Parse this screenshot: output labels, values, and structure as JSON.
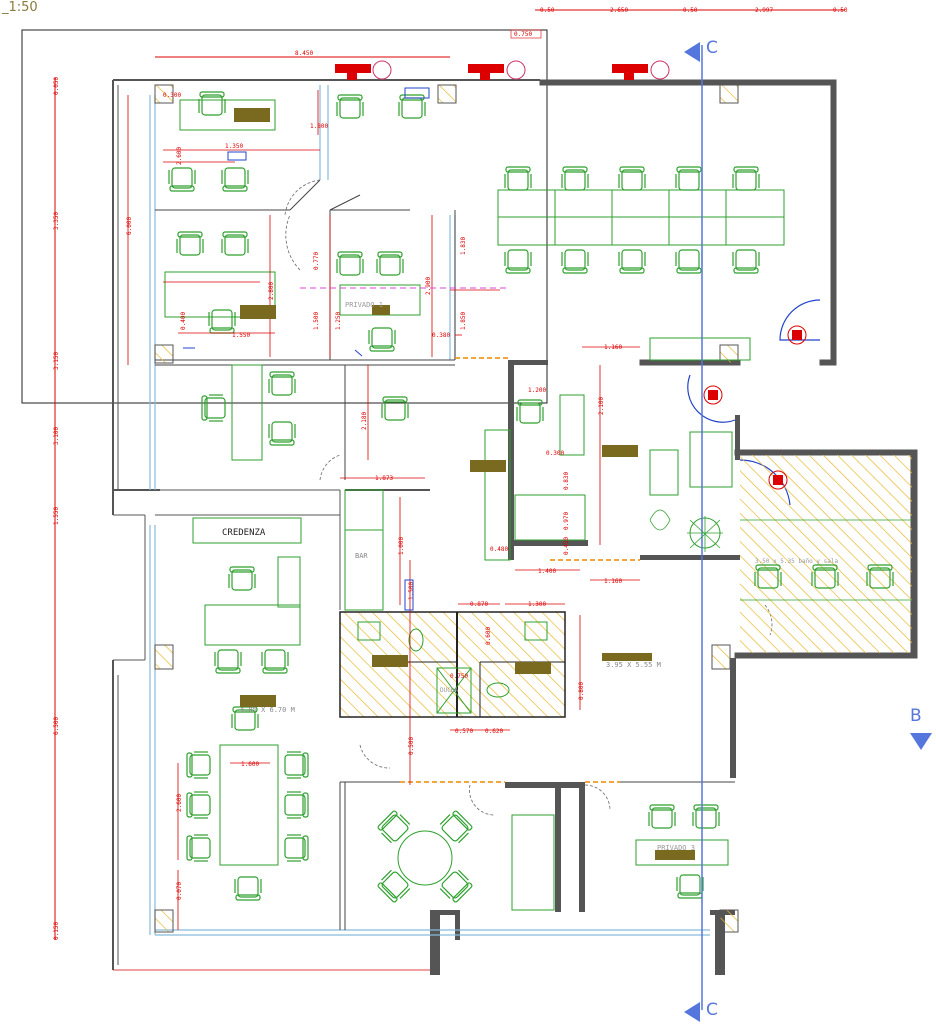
{
  "drawing": {
    "scale": "_1:50",
    "section_marks": {
      "top": "C",
      "bottom": "C",
      "right": "B"
    },
    "room_labels": {
      "credenza": "CREDENZA",
      "bar": "BAR",
      "privado_1": "PRIVADO 1",
      "privado_3": "PRIVADO 3",
      "ducha": "DUCHA",
      "dims_bath": "3.95 X 5.55 M",
      "dims_hatched": "3.50 x 5.35 baño y sala",
      "dims_meeting": "4.85 X 6.70 M"
    },
    "dimensions": {
      "top_a": "0.50",
      "top_b": "2.650",
      "top_c": "2.997",
      "top_d": "8.450",
      "top_e": "0.750",
      "d1": "0.300",
      "d2": "1.350",
      "d3": "1.800",
      "d4": "0.770",
      "d5": "1.830",
      "d6": "1.850",
      "d7": "0.400",
      "d8": "2.800",
      "d9": "1.550",
      "d10": "1.500",
      "d11": "2.900",
      "d12": "0.380",
      "d13": "1.250",
      "d14": "2.180",
      "d15": "1.200",
      "d16": "2.100",
      "d17": "1.400",
      "d18": "1.160",
      "d19": "1.160",
      "d20": "1.873",
      "d21": "0.870",
      "d22": "1.000",
      "d23": "1.500",
      "d24": "0.600",
      "d25": "0.750",
      "d26": "0.570",
      "d27": "0.620",
      "d28": "1.300",
      "d29": "2.600",
      "d30": "1.600",
      "d31": "0.300",
      "d32": "0.830",
      "d33": "0.480",
      "d34": "0.970",
      "d35": "0.800",
      "d36": "0.450",
      "d37": "0.500",
      "left1": "0.050",
      "left2": "3.350",
      "left3": "3.150",
      "left4": "3.100",
      "left5": "1.550",
      "left6": "6.500",
      "left7": "0.150",
      "left8": "6.000",
      "left9": "2.600",
      "left10": "0.070"
    }
  },
  "colors": {
    "wall": "#555555",
    "furniture": "#2ea02e",
    "dimension": "#dd0000",
    "glass": "#88bbdd",
    "hatch": "#e8b830",
    "section": "#5577dd",
    "tag": "#7a6a20"
  }
}
